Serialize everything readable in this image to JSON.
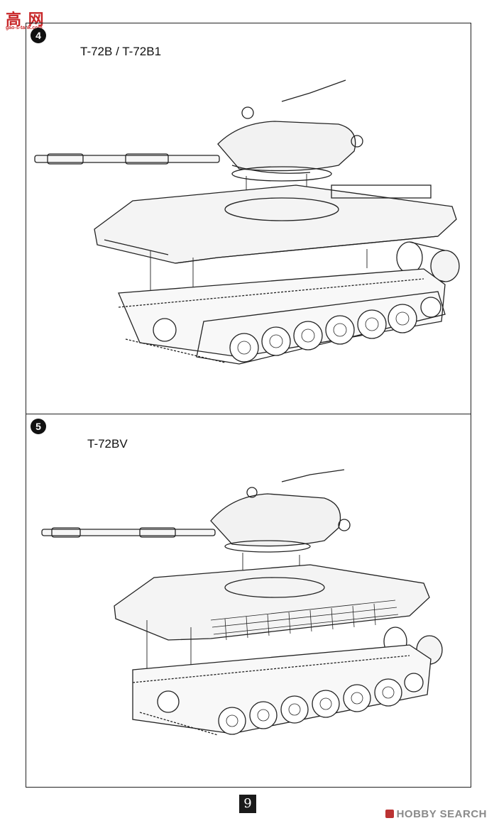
{
  "watermark": {
    "logo_text": "高 网",
    "logo_sub": "gao-s-tank.com",
    "brand": "HOBBY SEARCH",
    "brand_icon": "hobby-search-logo-icon"
  },
  "steps": [
    {
      "number": "4",
      "variant": "T-72B / T-72B1"
    },
    {
      "number": "5",
      "variant": "T-72BV"
    }
  ],
  "page_number": "9"
}
